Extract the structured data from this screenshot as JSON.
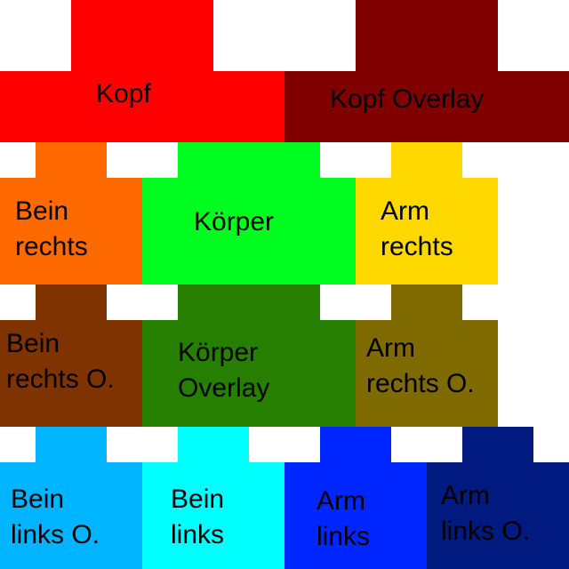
{
  "regions": {
    "kopf": {
      "line1": "Kopf",
      "color": "#ff0000"
    },
    "kopf_overlay": {
      "line1": "Kopf Overlay",
      "color": "#800000"
    },
    "bein_rechts": {
      "line1": "Bein",
      "line2": "rechts",
      "color": "#ff6a00"
    },
    "koerper": {
      "line1": "Körper",
      "color": "#00ff21"
    },
    "arm_rechts": {
      "line1": "Arm",
      "line2": "rechts",
      "color": "#ffd800"
    },
    "bein_rechts_overlay": {
      "line1": "Bein",
      "line2": "rechts O.",
      "color": "#7f3300"
    },
    "koerper_overlay": {
      "line1": "Körper",
      "line2": "Overlay",
      "color": "#267f00"
    },
    "arm_rechts_overlay": {
      "line1": "Arm",
      "line2": "rechts O.",
      "color": "#7f6a00"
    },
    "bein_links_overlay": {
      "line1": "Bein",
      "line2": "links O.",
      "color": "#00b4ff"
    },
    "bein_links": {
      "line1": "Bein",
      "line2": "links",
      "color": "#00ffff"
    },
    "arm_links": {
      "line1": "Arm",
      "line2": "links",
      "color": "#0026ff"
    },
    "arm_links_overlay": {
      "line1": "Arm",
      "line2": "links O.",
      "color": "#001a80"
    }
  }
}
